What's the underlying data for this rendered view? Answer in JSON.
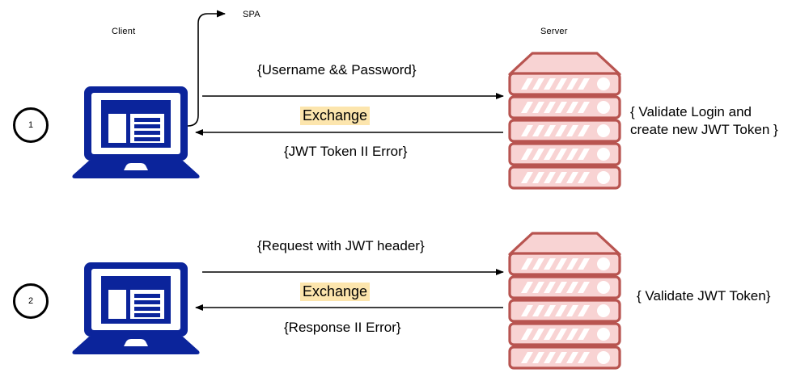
{
  "diagram": {
    "title": "JWT authentication sequence",
    "colors": {
      "client_blue": "#0B249B",
      "server_fill": "#F8D3D3",
      "server_stroke": "#B85450",
      "highlight": "#FCE5AD",
      "line": "#000000",
      "background": "#FFFFFF"
    },
    "labels": {
      "client": "Client",
      "server": "Server",
      "spa": "SPA"
    },
    "steps": [
      {
        "number": "1",
        "request_label": "{Username && Password}",
        "exchange_label": "Exchange",
        "response_label": "{JWT Token II Error}",
        "server_note": "{ Validate Login and\ncreate new JWT Token }"
      },
      {
        "number": "2",
        "request_label": "{Request with JWT header}",
        "exchange_label": "Exchange",
        "response_label": "{Response II Error}",
        "server_note": "{ Validate JWT Token}"
      }
    ]
  }
}
